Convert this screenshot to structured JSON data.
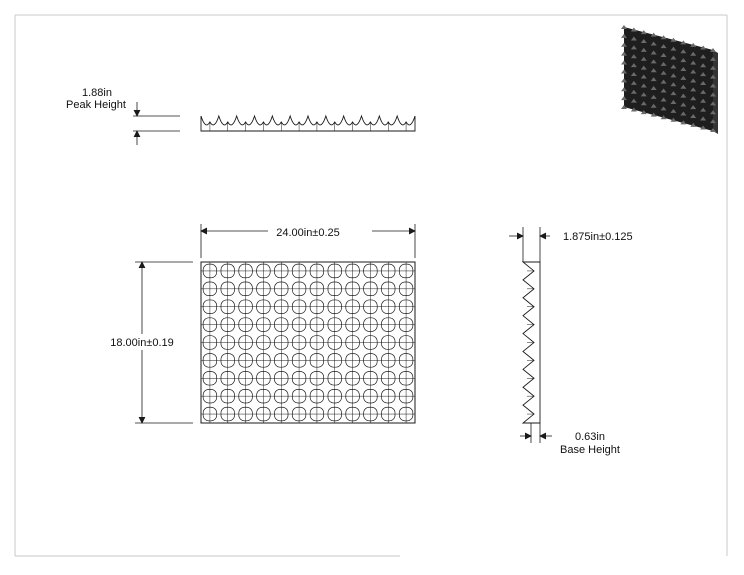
{
  "colors": {
    "line": "#1a1a1a",
    "border": "#c8c8c8",
    "iso_dark": "#1e1e1e",
    "iso_light": "#6a6a6a"
  },
  "labels": {
    "peak_height": {
      "value": "1.88in",
      "name": "Peak Height"
    },
    "width": "24.00in±0.25",
    "height": "18.00in±0.19",
    "thickness": "1.875in±0.125",
    "base_height": {
      "value": "0.63in",
      "name": "Base Height"
    }
  },
  "grid": {
    "columns": 12,
    "rows": 9
  },
  "profile": {
    "peaks": 12
  }
}
